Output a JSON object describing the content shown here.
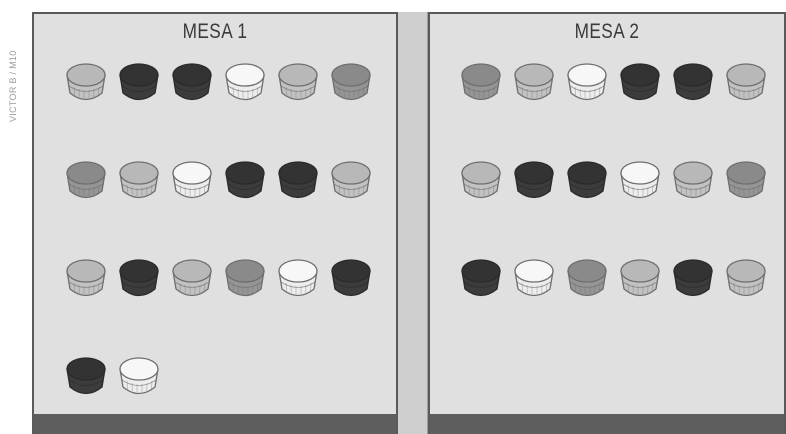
{
  "side_label": "VICTOR B / M10",
  "colors": {
    "dark": "#3c3c3c",
    "dark_top": "#333333",
    "mid": "#959595",
    "mid_top": "#8a8a8a",
    "light": "#c2c2c2",
    "light_top": "#b8b8b8",
    "white": "#ededed",
    "white_top": "#f7f7f7",
    "table_fill": "#e0e0e0",
    "border": "#5a5a5a"
  },
  "tables": [
    {
      "title": "MESA 1",
      "rows": [
        [
          "light",
          "dark",
          "dark",
          "white",
          "light",
          "mid"
        ],
        [
          "mid",
          "light",
          "white",
          "dark",
          "dark",
          "light"
        ],
        [
          "light",
          "dark",
          "light",
          "mid",
          "white",
          "dark"
        ],
        [
          "dark",
          "white"
        ]
      ]
    },
    {
      "title": "MESA 2",
      "rows": [
        [
          "mid",
          "light",
          "white",
          "dark",
          "dark",
          "light"
        ],
        [
          "light",
          "dark",
          "dark",
          "white",
          "light",
          "mid"
        ],
        [
          "dark",
          "white",
          "mid",
          "light",
          "dark",
          "light"
        ]
      ]
    }
  ]
}
